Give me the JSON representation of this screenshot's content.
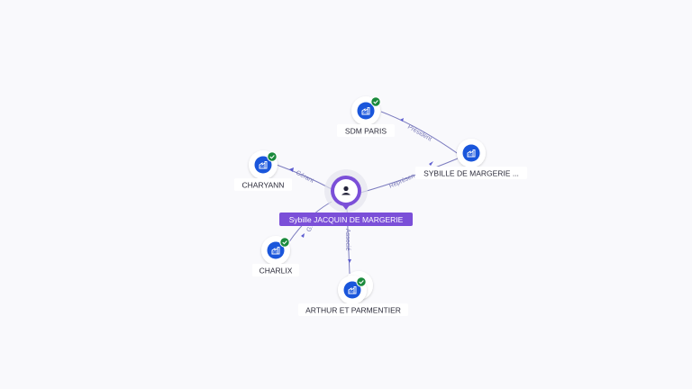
{
  "colors": {
    "background": "#f9f9fc",
    "company_icon": "#1a56db",
    "person_accent": "#7b4fd8",
    "verified_badge": "#1a8a3c",
    "edge": "#7c7cbf"
  },
  "person": {
    "label": "Sybille JACQUIN DE MARGERIE",
    "icon": "person-icon"
  },
  "companies": [
    {
      "id": "sdm-paris",
      "label": "SDM PARIS",
      "icon": "building-icon",
      "verified": true
    },
    {
      "id": "sybille-de-margerie",
      "label": "SYBILLE DE MARGERIE ...",
      "icon": "building-icon",
      "verified": false
    },
    {
      "id": "charyann",
      "label": "CHARYANN",
      "icon": "building-icon",
      "verified": true
    },
    {
      "id": "charlix",
      "label": "CHARLIX",
      "icon": "building-icon",
      "verified": true
    },
    {
      "id": "arthur-et-parmentier",
      "label": "ARTHUR ET PARMENTIER",
      "icon": "building-icon",
      "verified": true
    }
  ],
  "edges": [
    {
      "from": "sybille-de-margerie",
      "to": "sdm-paris",
      "label": "Président"
    },
    {
      "from": "person",
      "to": "sybille-de-margerie",
      "label": "Représen..."
    },
    {
      "from": "person",
      "to": "charyann",
      "label": "Gérant"
    },
    {
      "from": "person",
      "to": "charlix",
      "label": "G..."
    },
    {
      "from": "person",
      "to": "arthur-et-parmentier",
      "label": "Associé"
    }
  ]
}
